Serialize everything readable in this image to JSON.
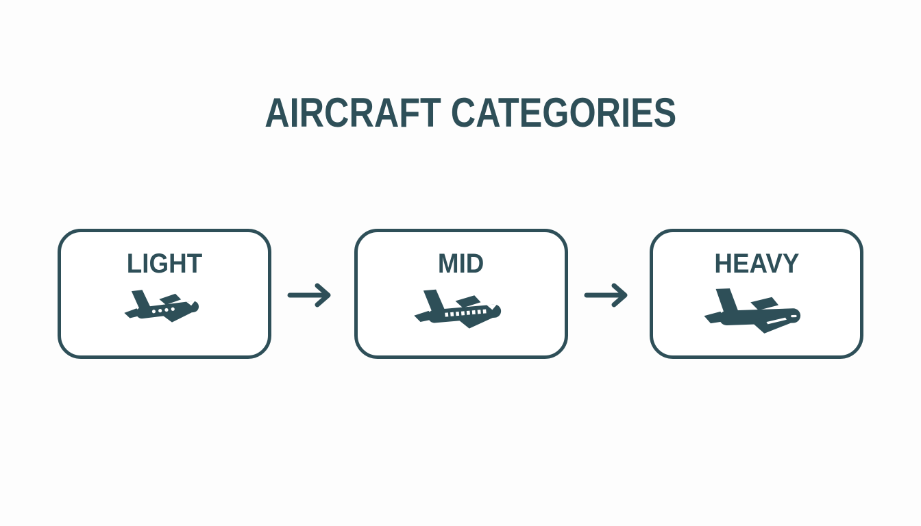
{
  "title": "AIRCRAFT CATEGORIES",
  "colors": {
    "accent": "#2e4f58",
    "background": "#fdfdfd",
    "box_fill": "#ffffff"
  },
  "categories": [
    {
      "label": "LIGHT",
      "icon": "light-jet-icon"
    },
    {
      "label": "MID",
      "icon": "mid-jet-icon"
    },
    {
      "label": "HEAVY",
      "icon": "heavy-jet-icon"
    }
  ],
  "connectors": [
    {
      "icon": "right-arrow-icon"
    },
    {
      "icon": "right-arrow-icon"
    }
  ]
}
